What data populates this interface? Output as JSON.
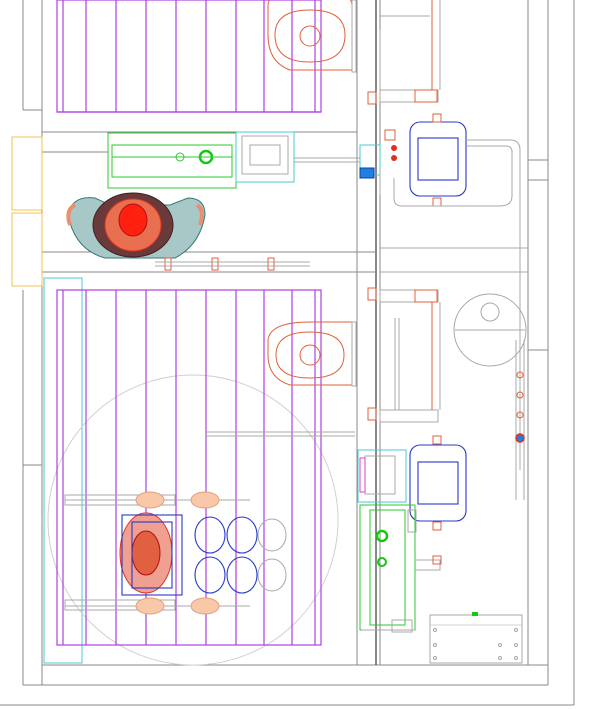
{
  "drawing": {
    "kind": "bathroom-floor-plan",
    "colors": {
      "wall": "#8a8a8a",
      "bed_frame": "#b040e0",
      "sink": "#e0603a",
      "fixture_green": "#2ec82e",
      "fixture_blue": "#2838c8",
      "highlight_cyan": "#4cc8d8",
      "door_yellow": "#f0c050",
      "person_red": "#e03020",
      "person_teal": "#3a7878"
    },
    "elements": [
      {
        "name": "upper-bed-frame",
        "type": "slatted-platform"
      },
      {
        "name": "upper-sink",
        "type": "washbasin"
      },
      {
        "name": "upper-toilet",
        "type": "toilet"
      },
      {
        "name": "green-grab-bar-upper",
        "type": "grab-bar"
      },
      {
        "name": "person-top-view",
        "type": "figure"
      },
      {
        "name": "lower-bed-frame",
        "type": "slatted-platform"
      },
      {
        "name": "lower-sink",
        "type": "washbasin"
      },
      {
        "name": "lower-toilet",
        "type": "toilet"
      },
      {
        "name": "wheelchair",
        "type": "wheelchair"
      },
      {
        "name": "turning-circle",
        "type": "clearance-circle"
      },
      {
        "name": "shower-drain-circle",
        "type": "drain"
      },
      {
        "name": "vertical-pipe-right",
        "type": "pipe"
      },
      {
        "name": "green-grab-bar-lower",
        "type": "grab-bar"
      },
      {
        "name": "corner-cabinet",
        "type": "cabinet"
      }
    ]
  }
}
